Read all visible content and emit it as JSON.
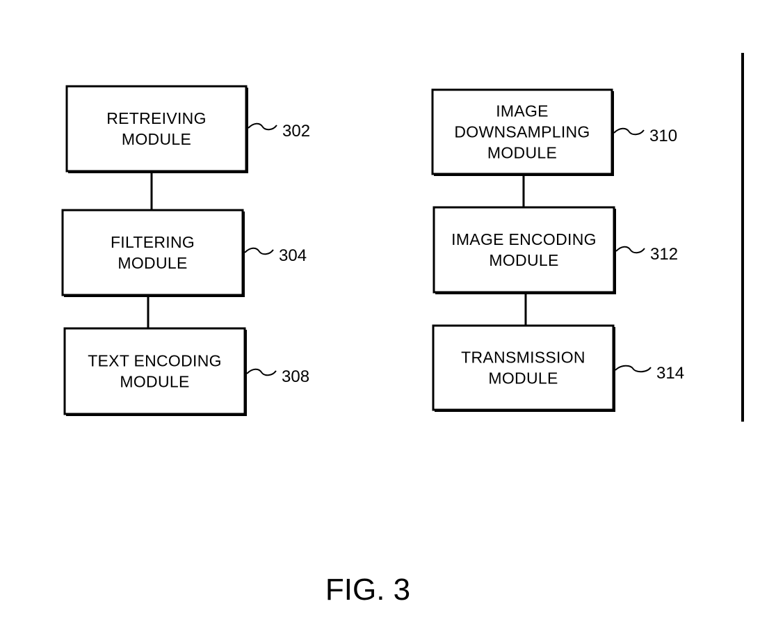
{
  "figure": {
    "caption": "FIG. 3"
  },
  "modules": [
    {
      "id": "retrieving",
      "lines": [
        "RETREIVING",
        "MODULE"
      ],
      "ref": "302"
    },
    {
      "id": "filtering",
      "lines": [
        "FILTERING",
        "MODULE"
      ],
      "ref": "304"
    },
    {
      "id": "text-encoding",
      "lines": [
        "TEXT ENCODING",
        "MODULE"
      ],
      "ref": "308"
    },
    {
      "id": "image-downsampling",
      "lines": [
        "IMAGE",
        "DOWNSAMPLING",
        "MODULE"
      ],
      "ref": "310"
    },
    {
      "id": "image-encoding",
      "lines": [
        "IMAGE ENCODING",
        "MODULE"
      ],
      "ref": "312"
    },
    {
      "id": "transmission",
      "lines": [
        "TRANSMISSION",
        "MODULE"
      ],
      "ref": "314"
    }
  ],
  "connections": [
    [
      "retrieving",
      "filtering"
    ],
    [
      "filtering",
      "text-encoding"
    ],
    [
      "image-downsampling",
      "image-encoding"
    ],
    [
      "image-encoding",
      "transmission"
    ]
  ]
}
